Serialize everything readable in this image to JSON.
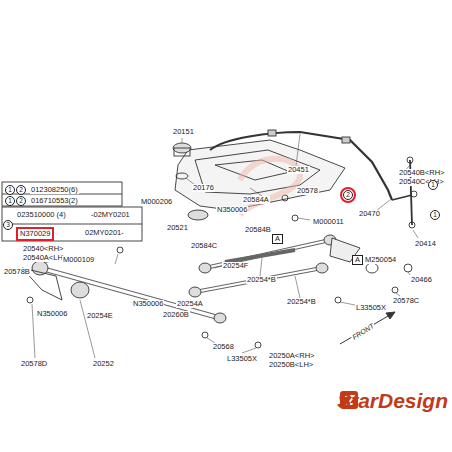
{
  "diagram": {
    "labels": [
      "1",
      "2",
      "012308250(6)",
      "1",
      "2",
      "016710553(2)",
      "3",
      "023510000 (4)",
      "-02MY0201",
      "N370029",
      "02MY0201-",
      "20151",
      "20176",
      "M000206",
      "20451",
      "20578",
      "20540B<RH>",
      "20540C<LH>",
      "20584A",
      "N350006",
      "20521",
      "20584B",
      "20584C",
      "M000011",
      "20470",
      "20414",
      "20466",
      "A",
      "M250054",
      "20578C",
      "L33505X",
      "20540<RH>",
      "20540A<LH>",
      "M000109",
      "20578B",
      "20254F",
      "20254*B",
      "20254A",
      "20260B",
      "N350006",
      "20254*B",
      "20254E",
      "N350006",
      "20252",
      "20578D",
      "20568",
      "L33505X",
      "20250A<RH>",
      "20250B<LH>",
      "A",
      "FRONT",
      "2",
      "1",
      "1",
      "StarDesign"
    ]
  }
}
